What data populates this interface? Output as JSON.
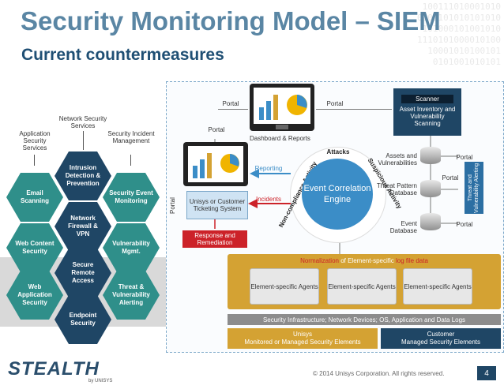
{
  "header": {
    "title": "Security Monitoring Model – SIEM",
    "subtitle": "Current countermeasures",
    "binary": "100111010001010\n0101101010101010\n101000101001010\n1110101000010100\n10001010100101\n0101001010101"
  },
  "left": {
    "top_labels": [
      "Application Security Services",
      "Network Security Services",
      "Security Incident Management"
    ],
    "hexes": [
      {
        "label": "Intrusion Detection & Prevention",
        "color": "#1f4665"
      },
      {
        "label": "Email Scanning",
        "color": "#2f8f8a"
      },
      {
        "label": "Security Event Monitoring",
        "color": "#2f8f8a"
      },
      {
        "label": "Network Firewall & VPN",
        "color": "#1f4665"
      },
      {
        "label": "Web Content Security",
        "color": "#2f8f8a"
      },
      {
        "label": "Vulnerability Mgmt.",
        "color": "#2f8f8a"
      },
      {
        "label": "Secure Remote Access",
        "color": "#1f4665"
      },
      {
        "label": "Web Application Security",
        "color": "#2f8f8a"
      },
      {
        "label": "Threat & Vulnerability Alerting",
        "color": "#2f8f8a"
      },
      {
        "label": "Endpoint Security",
        "color": "#1f4665"
      }
    ]
  },
  "diagram": {
    "portal_top_left": "Portal",
    "portal_top_right": "Portal",
    "portal_mid": "Portal",
    "portal_vertical": "Portal",
    "dashboard_label": "Dashboard & Reports",
    "scanner_title": "Scanner",
    "scanner_text": "Asset Inventory and Vulnerability Scanning",
    "reporting": "Reporting",
    "incidents": "Incidents",
    "ticketing": "Unisys or Customer Ticketing System",
    "response": "Response and Remediation",
    "engine": "Event Correlation Engine",
    "ring_attacks": "Attacks",
    "ring_suspicious": "Suspicious Activity",
    "ring_noncompliance": "Non-compliance Activity",
    "db_assets": "Assets and Vulnerabilities",
    "db_threat": "Threat Pattern Database",
    "db_event": "Event Database",
    "db_portal_1": "Portal",
    "db_portal_2": "Portal",
    "db_portal_3": "Portal",
    "alerting": "Threat and Vulnerability Alerting",
    "normalization_prefix": "Normalization",
    "normalization_mid": " of Element-specific ",
    "normalization_suffix": "log file data",
    "agents": [
      "Element-specific Agents",
      "Element-specific Agents",
      "Element-specific Agents"
    ],
    "infrastructure": "Security Infrastructure; Network Devices; OS, Application and Data Logs",
    "unisys_title": "Unisys",
    "unisys_text": "Monitored or Managed Security Elements",
    "customer_title": "Customer",
    "customer_text": "Managed Security Elements"
  },
  "footer": {
    "brand": "STEALTH",
    "brand_sub": "by UNISYS",
    "copyright": "© 2014 Unisys Corporation. All rights reserved.",
    "page": "4"
  },
  "colors": {
    "title": "#5a86a4",
    "subtitle": "#1f4f74",
    "teal": "#2f8f8a",
    "navy": "#1f4665",
    "gold": "#d4a233",
    "red": "#cc2229",
    "blue": "#2c6fa3"
  }
}
